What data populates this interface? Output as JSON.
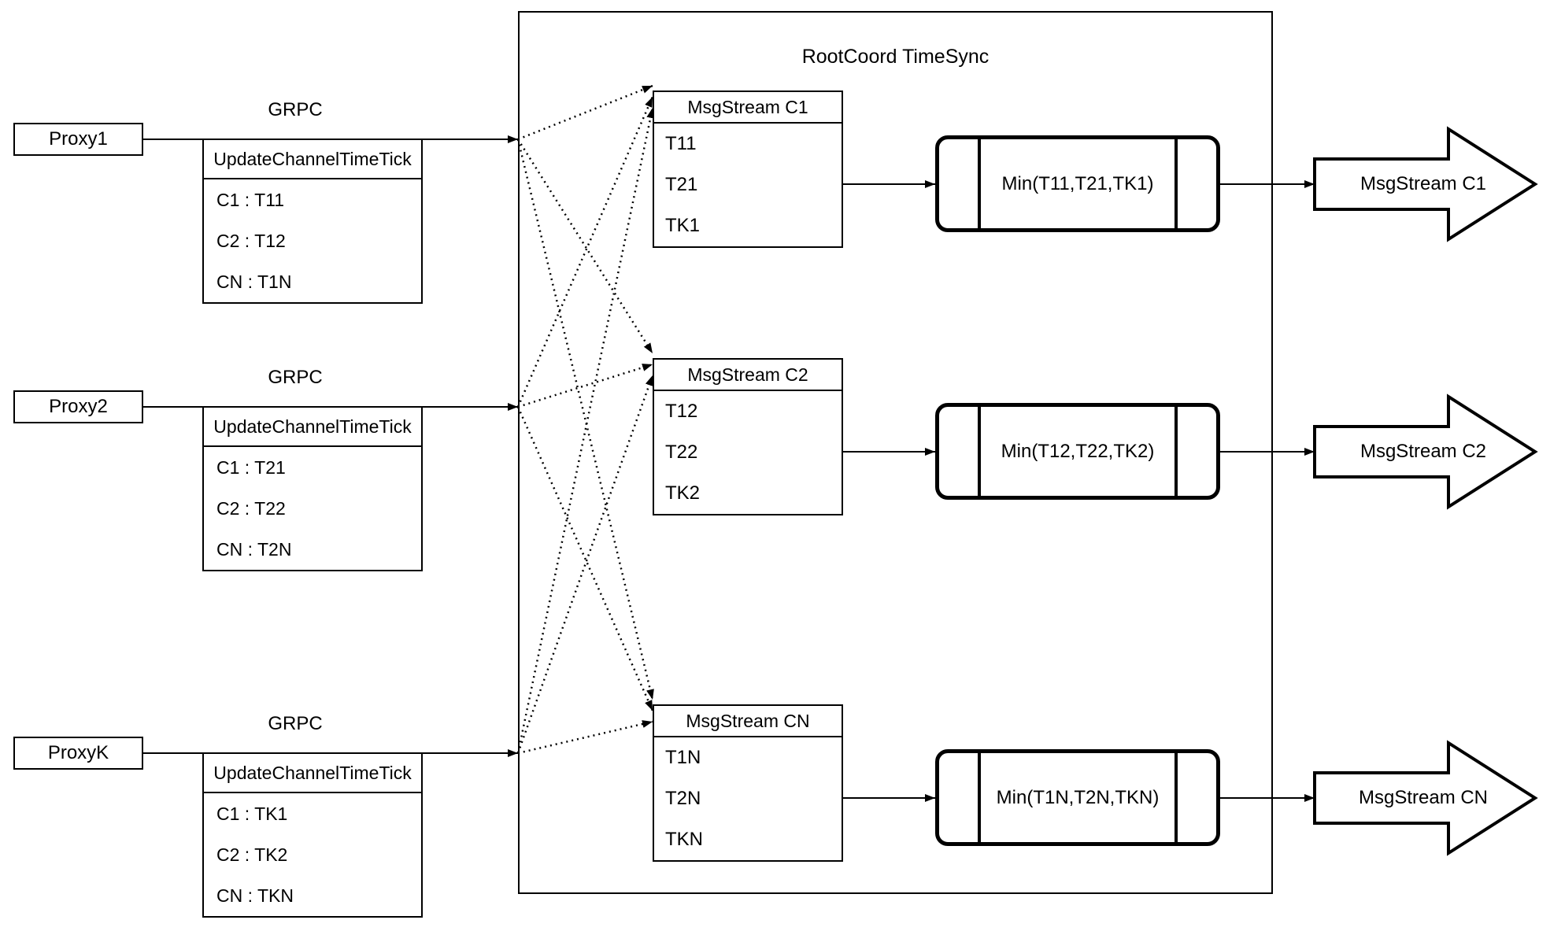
{
  "container": {
    "title": "RootCoord TimeSync"
  },
  "colors": {
    "stroke": "#000000",
    "background": "#ffffff"
  },
  "rows": [
    {
      "proxy_label": "Proxy1",
      "grpc_label": "GRPC",
      "update_table": {
        "header": "UpdateChannelTimeTick",
        "rows": [
          "C1 :  T11",
          "C2 :  T12",
          "CN : T1N"
        ]
      },
      "msg_table": {
        "header": "MsgStream C1",
        "rows": [
          "T11",
          "T21",
          "TK1"
        ]
      },
      "min_label": "Min(T11,T21,TK1)",
      "out_arrow_label": "MsgStream C1"
    },
    {
      "proxy_label": "Proxy2",
      "grpc_label": "GRPC",
      "update_table": {
        "header": "UpdateChannelTimeTick",
        "rows": [
          "C1 :  T21",
          "C2 :  T22",
          "CN : T2N"
        ]
      },
      "msg_table": {
        "header": "MsgStream C2",
        "rows": [
          "T12",
          "T22",
          "TK2"
        ]
      },
      "min_label": "Min(T12,T22,TK2)",
      "out_arrow_label": "MsgStream C2"
    },
    {
      "proxy_label": "ProxyK",
      "grpc_label": "GRPC",
      "update_table": {
        "header": "UpdateChannelTimeTick",
        "rows": [
          "C1 :  TK1",
          "C2 :  TK2",
          "CN : TKN"
        ]
      },
      "msg_table": {
        "header": "MsgStream CN",
        "rows": [
          "T1N",
          "T2N",
          "TKN"
        ]
      },
      "min_label": "Min(T1N,T2N,TKN)",
      "out_arrow_label": "MsgStream CN"
    }
  ]
}
